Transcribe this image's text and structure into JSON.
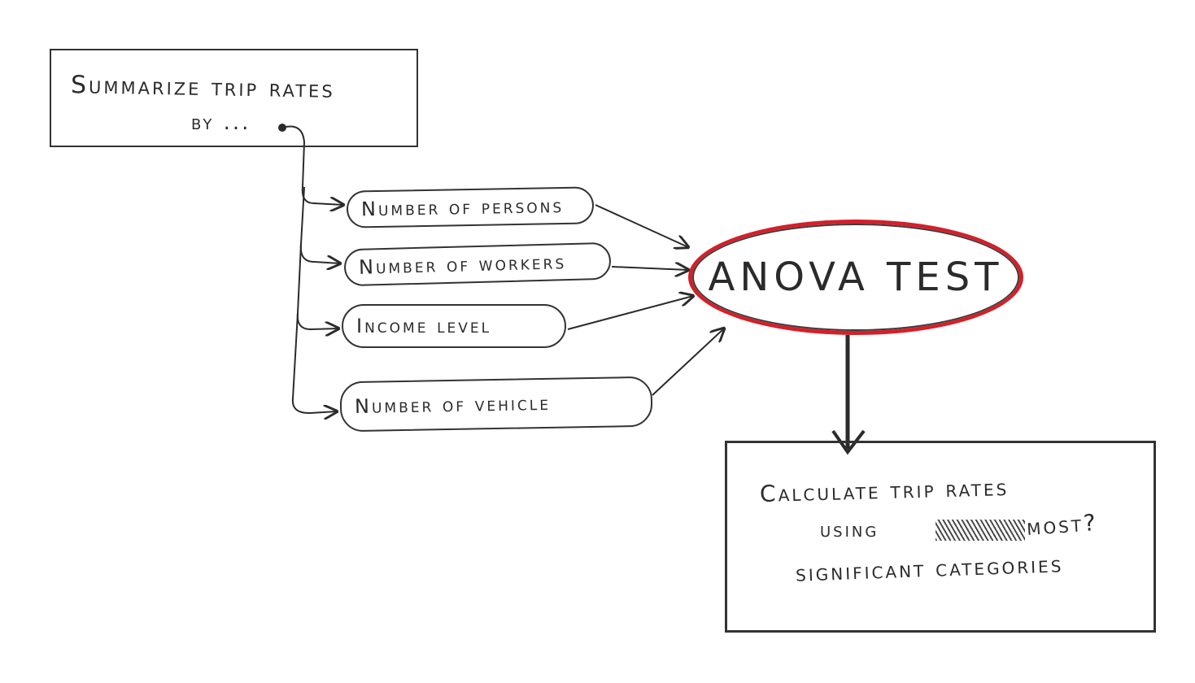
{
  "nodes": {
    "summarize": {
      "line1": "Summarize trip rates",
      "line2": "by ..."
    },
    "categories": [
      {
        "label": "Number of persons"
      },
      {
        "label": "Number of workers"
      },
      {
        "label": "Income level"
      },
      {
        "label": "Number of vehicle"
      }
    ],
    "anova": {
      "label": "ANOVA TEST"
    },
    "calculate": {
      "line1": "Calculate trip rates",
      "line2a": "using",
      "line2b": "most?",
      "line3": "significant categories"
    }
  },
  "colors": {
    "ink": "#2b2b2b",
    "anova_outline": "#d3202a"
  }
}
